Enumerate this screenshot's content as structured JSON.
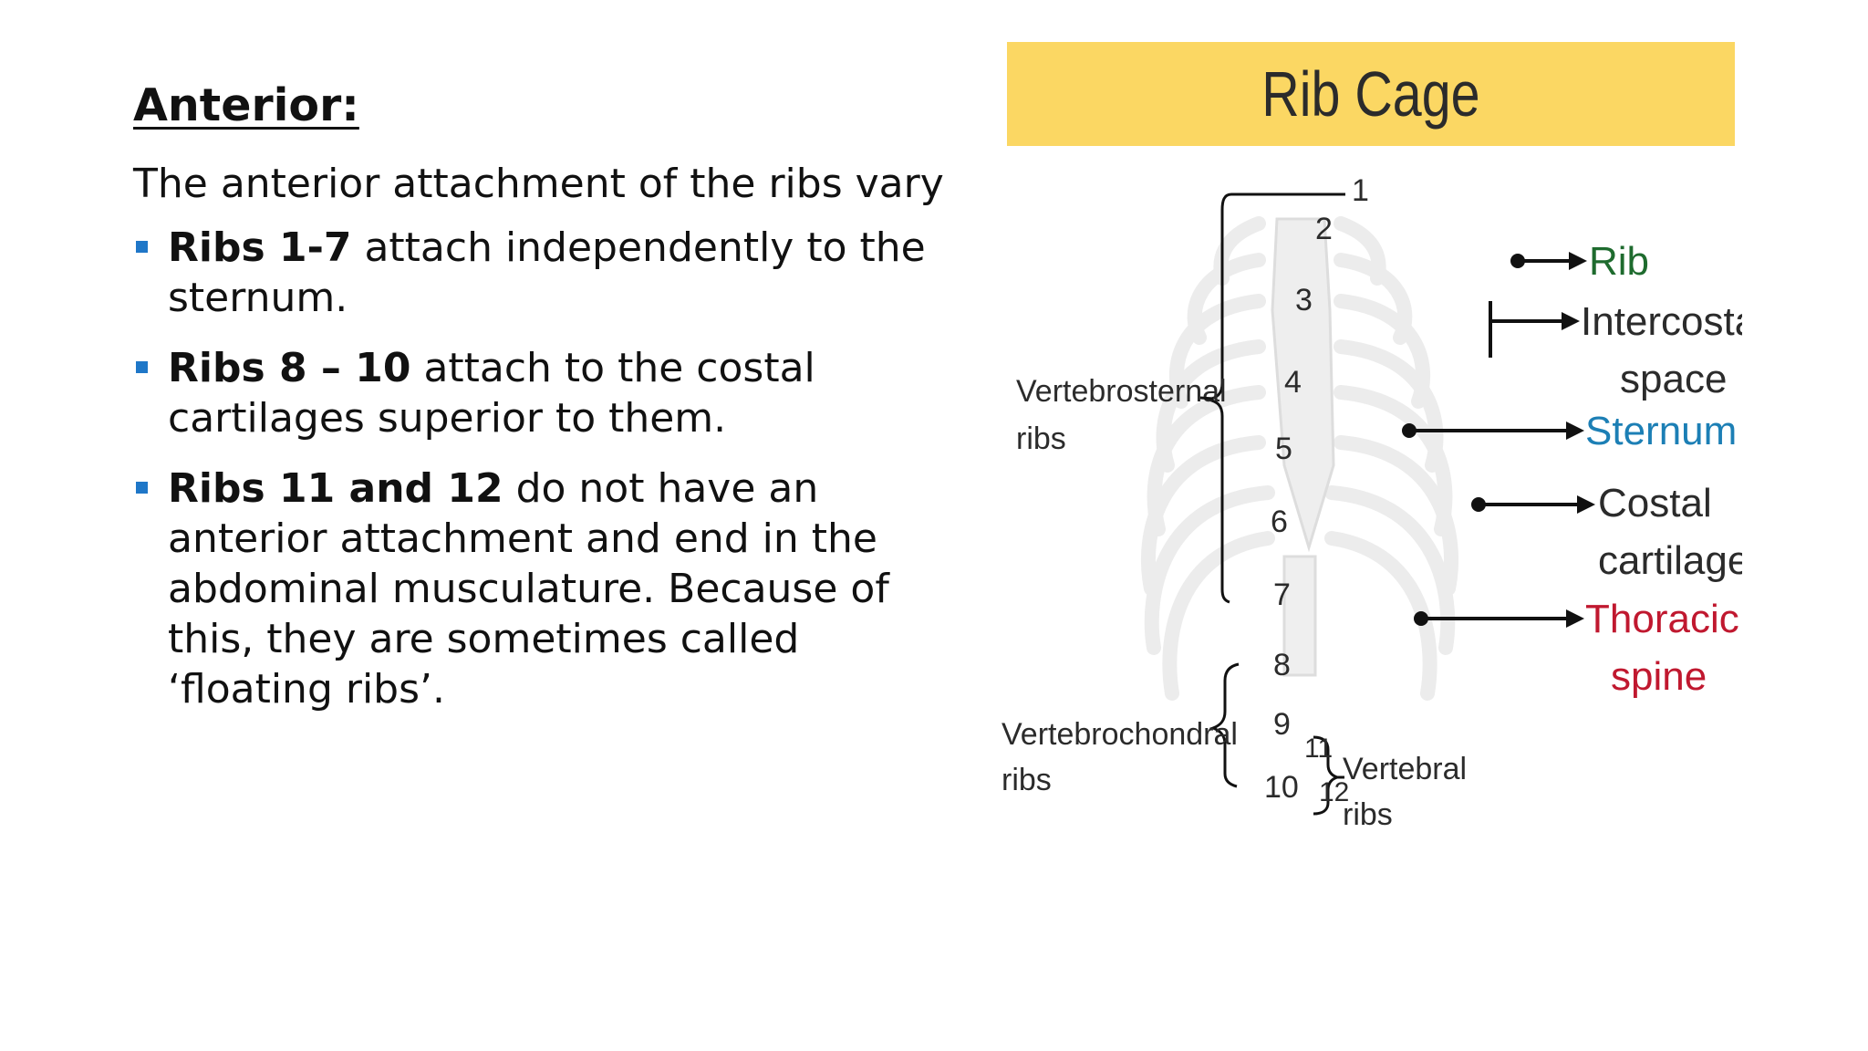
{
  "slide": {
    "heading": "Anterior:",
    "intro": "The anterior attachment of the ribs vary",
    "bullets": [
      {
        "bold": "Ribs 1-7",
        "text": " attach independently to the sternum."
      },
      {
        "bold": "Ribs 8 – 10",
        "text": " attach to the costal cartilages superior to them."
      },
      {
        "bold": "Ribs 11 and 12",
        "text": " do not have an anterior attachment and end in the abdominal musculature. Because of this, they are sometimes called ‘floating ribs’."
      }
    ]
  },
  "figure": {
    "title": "Rib Cage",
    "rib_numbers": [
      "1",
      "2",
      "3",
      "4",
      "5",
      "6",
      "7",
      "8",
      "9",
      "10",
      "11",
      "12"
    ],
    "groups": {
      "vertebrosternal": [
        "Vertebrosternal",
        "ribs"
      ],
      "vertebrochondral": [
        "Vertebrochondral",
        "ribs"
      ],
      "vertebral": [
        "Vertebral",
        "ribs"
      ]
    },
    "callouts": {
      "rib": "Rib",
      "intercostal": [
        "Intercostal",
        "space"
      ],
      "sternum": "Sternum",
      "costal": [
        "Costal",
        "cartilage"
      ],
      "thoracic": [
        "Thoracic",
        "spine"
      ]
    },
    "colors": {
      "banner": "#fbd763",
      "rib": "#1e6b2e",
      "sternum": "#1c7fb5",
      "thoracic": "#c0182f",
      "text": "#2b2b2b"
    }
  }
}
